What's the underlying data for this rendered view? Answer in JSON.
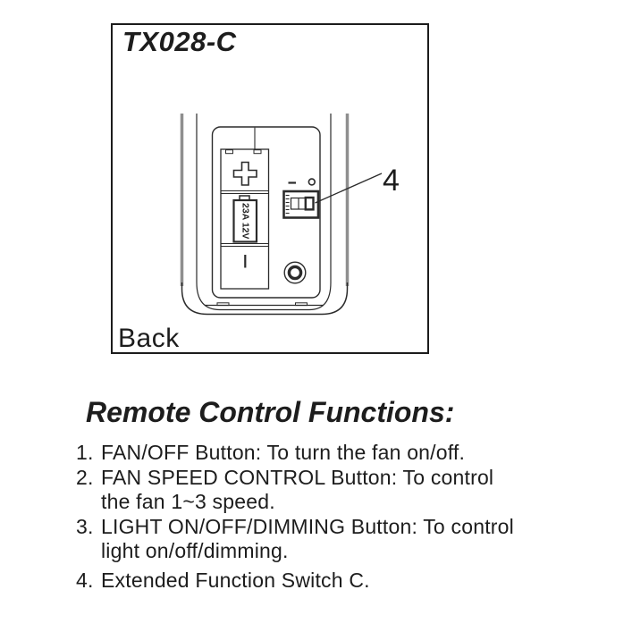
{
  "diagram": {
    "model": "TX028-C",
    "view_label": "Back",
    "callout_number": "4",
    "battery_label": "23A 12V"
  },
  "functions": {
    "heading": "Remote Control Functions:",
    "lines": [
      {
        "marker": "1.",
        "text": "FAN/OFF Button: To turn the fan on/off."
      },
      {
        "marker": "2.",
        "text": "FAN SPEED CONTROL Button: To control"
      },
      {
        "marker": "",
        "text": "the fan 1~3 speed."
      },
      {
        "marker": "3.",
        "text": "LIGHT ON/OFF/DIMMING Button: To control"
      },
      {
        "marker": "",
        "text": "light on/off/dimming."
      },
      {
        "marker": "4.",
        "text": "Extended Function Switch C."
      }
    ]
  },
  "colors": {
    "ink": "#1d1d1d",
    "line_dark": "#2b2b2b",
    "line_gray": "#8f8f8f"
  }
}
